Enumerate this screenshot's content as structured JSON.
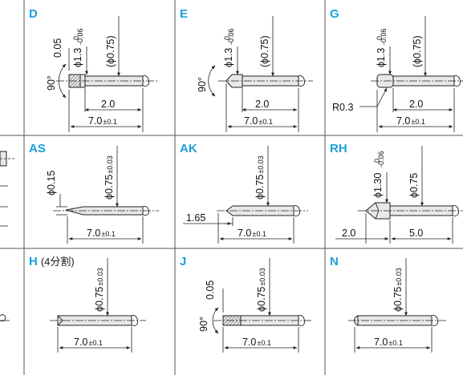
{
  "cells": {
    "D": {
      "tag": "D",
      "chamfer": "0.05",
      "angle": "90°",
      "dia_main": "ϕ1.3",
      "tol_upper": "0",
      "tol_lower": "-0.06",
      "dia_ref": "(ϕ0.75)",
      "len_tip": "2.0",
      "len_total": "7.0",
      "len_total_tol": "±0.1"
    },
    "E": {
      "tag": "E",
      "angle": "90°",
      "dia_main": "ϕ1.3",
      "tol_upper": "0",
      "tol_lower": "-0.06",
      "dia_ref": "(ϕ0.75)",
      "len_tip": "2.0",
      "len_total": "7.0",
      "len_total_tol": "±0.1"
    },
    "G": {
      "tag": "G",
      "radius": "R0.3",
      "dia_main": "ϕ1.3",
      "tol_upper": "0",
      "tol_lower": "-0.06",
      "dia_ref": "(ϕ0.75)",
      "len_tip": "2.0",
      "len_total": "7.0",
      "len_total_tol": "±0.1"
    },
    "AS": {
      "tag": "AS",
      "dia_tip": "ϕ0.15",
      "dia_main": "ϕ0.75",
      "dia_main_tol": "±0.03",
      "len_total": "7.0",
      "len_total_tol": "±0.1"
    },
    "AK": {
      "tag": "AK",
      "dia_main": "ϕ0.75",
      "dia_main_tol": "±0.03",
      "len_tip": "1.65",
      "len_total": "7.0",
      "len_total_tol": "±0.1"
    },
    "RH": {
      "tag": "RH",
      "dia_main": "ϕ1.30",
      "tol_upper": "0",
      "tol_lower": "-0.06",
      "dia_ref": "ϕ0.75",
      "len_tip": "2.0",
      "len_shaft": "5.0"
    },
    "H": {
      "tag": "H",
      "tag_note": "(4分割)",
      "dia_main": "ϕ0.75",
      "dia_main_tol": "±0.03",
      "len_total": "7.0",
      "len_total_tol": "±0.1"
    },
    "J": {
      "tag": "J",
      "chamfer": "0.05",
      "angle": "90°",
      "dia_main": "ϕ0.75",
      "dia_main_tol": "±0.03",
      "len_total": "7.0",
      "len_total_tol": "±0.1"
    },
    "N": {
      "tag": "N",
      "dia_main": "ϕ0.75",
      "dia_main_tol": "±0.03",
      "len_total": "7.0",
      "len_total_tol": "±0.1"
    }
  },
  "colors": {
    "tag": "#1aa0dc",
    "line": "#222222",
    "grid": "#555555",
    "pin_fill": "#e8e8e8"
  }
}
